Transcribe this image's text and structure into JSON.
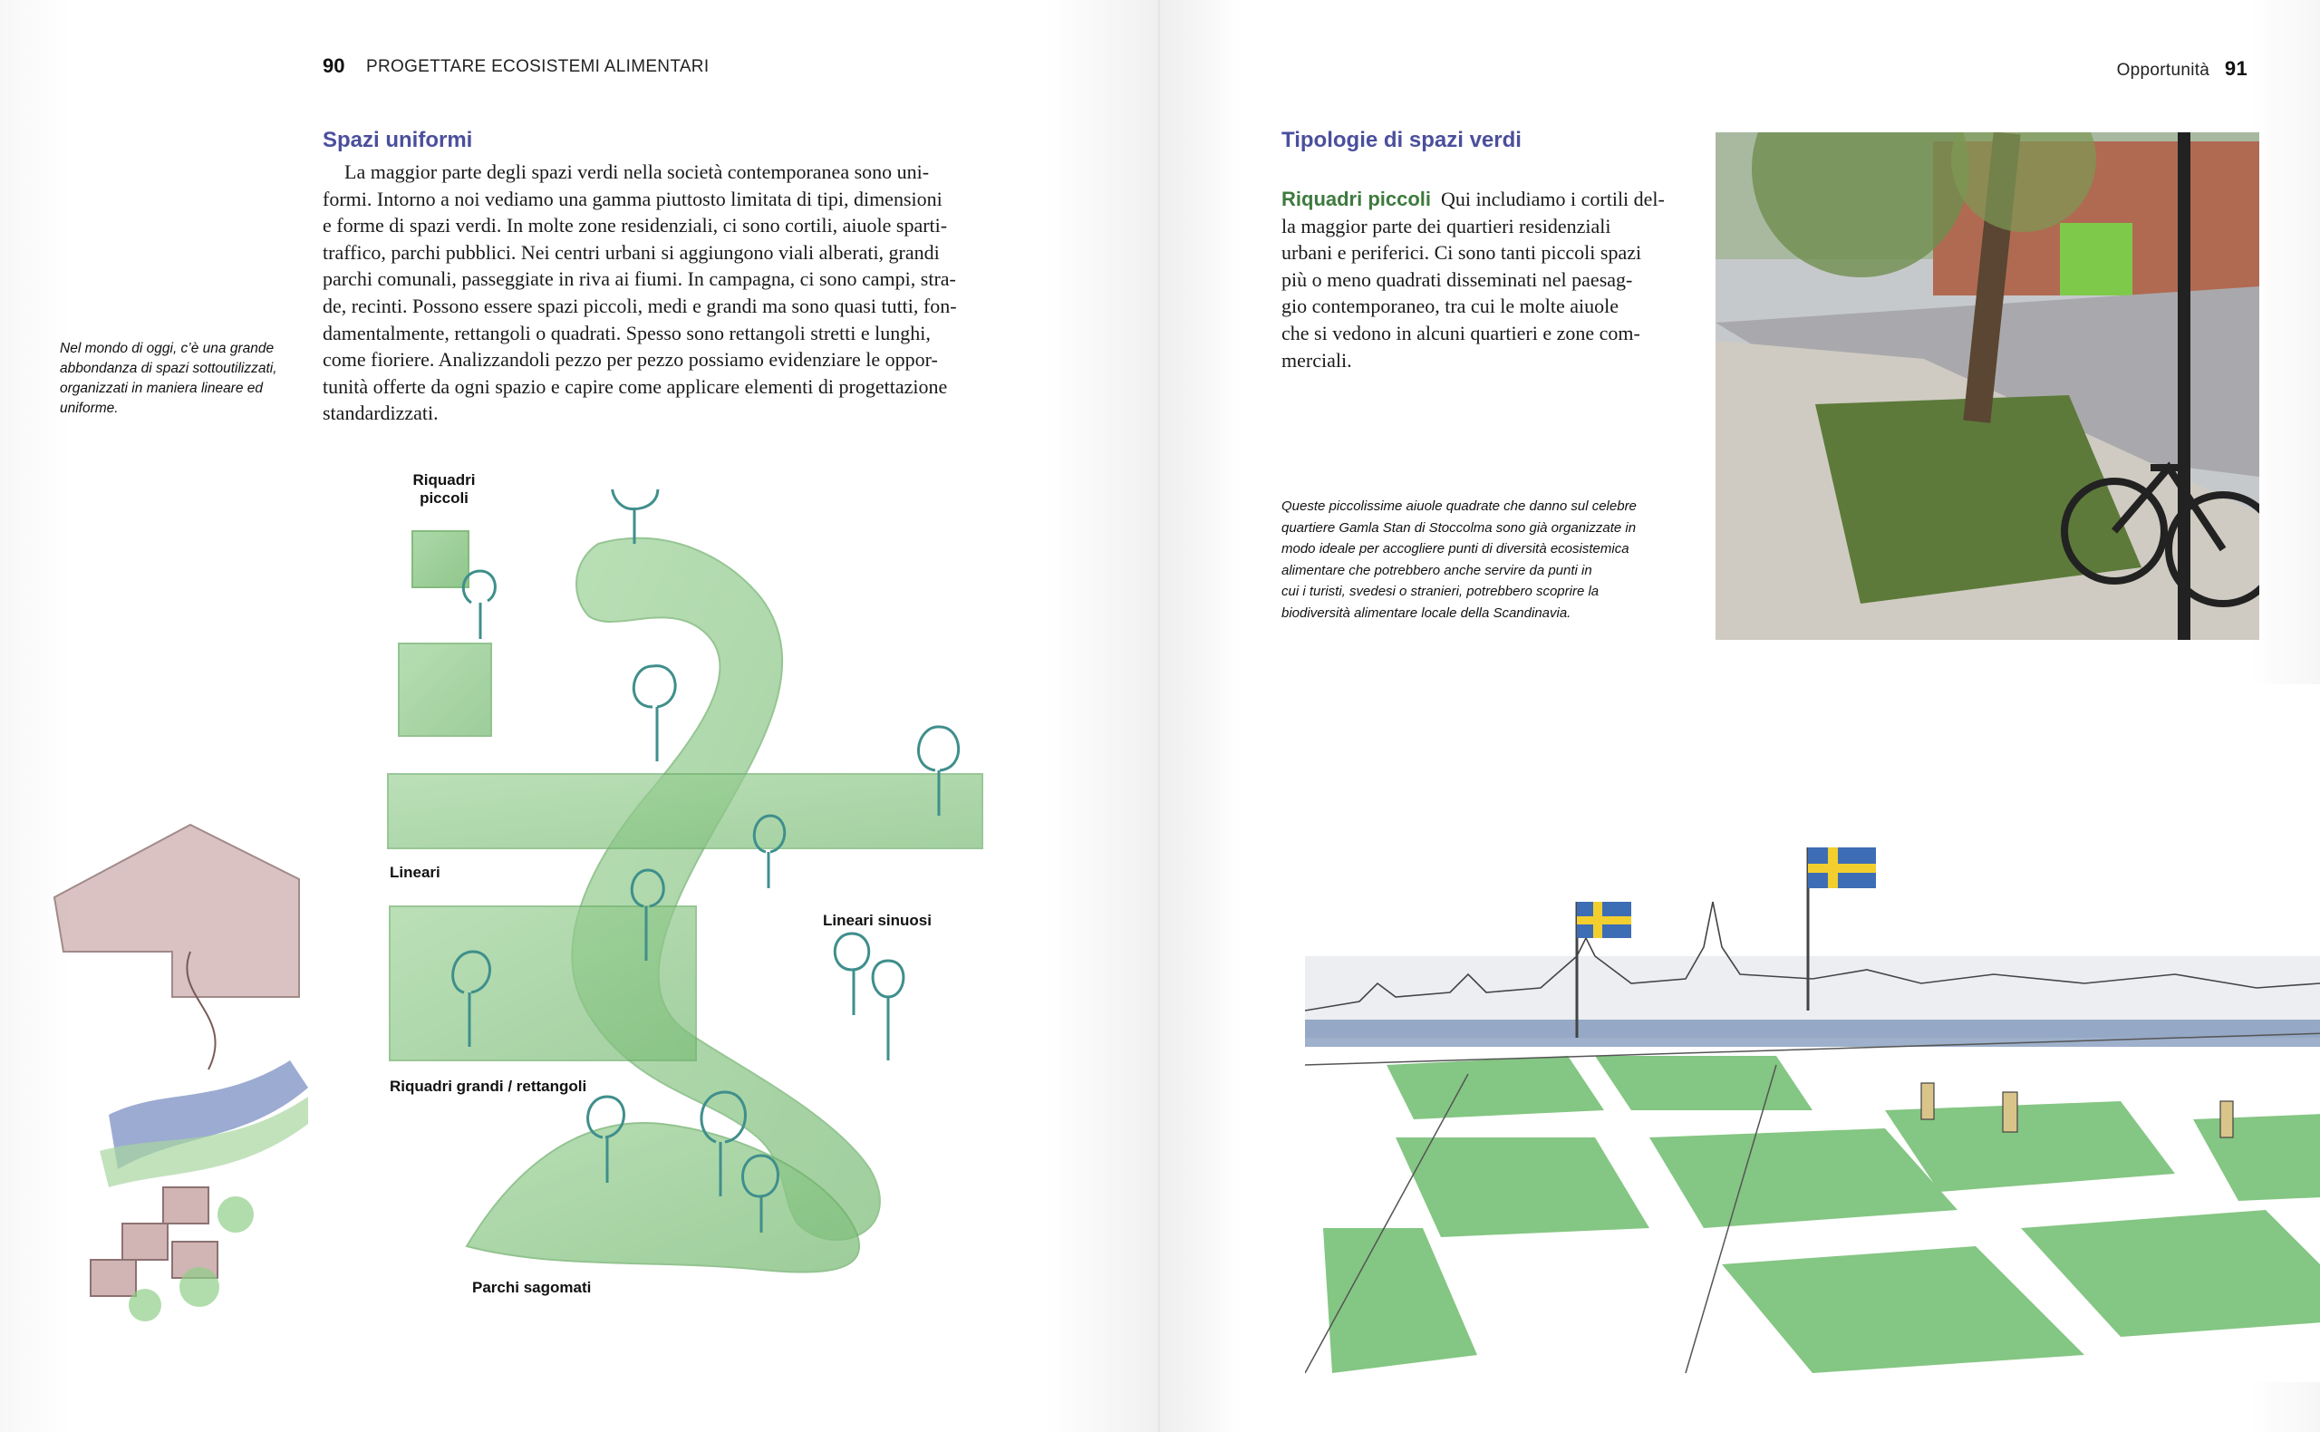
{
  "left_page": {
    "page_number": "90",
    "running_head": "PROGETTARE ECOSISTEMI ALIMENTARI",
    "section_title": "Spazi uniformi",
    "body_lines": [
      "La maggior parte degli spazi verdi nella società contemporanea sono uni-",
      "formi. Intorno a noi vediamo una gamma piuttosto limitata di tipi, dimensioni",
      "e forme di spazi verdi. In molte zone residenziali, ci sono cortili, aiuole sparti-",
      "traffico, parchi pubblici. Nei centri urbani si aggiungono viali alberati, grandi",
      "parchi comunali, passeggiate in riva ai fiumi. In campagna, ci sono campi, stra-",
      "de, recinti. Possono essere spazi piccoli, medi e grandi ma sono quasi tutti, fon-",
      "damentalmente, rettangoli o quadrati. Spesso sono rettangoli stretti e lunghi,",
      "come fioriere. Analizzandoli pezzo per pezzo possiamo evidenziare le oppor-",
      "tunità offerte da ogni spazio e capire come applicare elementi di progettazione",
      "standardizzati."
    ],
    "side_caption_lines": [
      "Nel mondo di oggi, c’è una grande",
      "abbondanza di spazi sottoutilizzati,",
      "organizzati in maniera lineare ed",
      "uniforme."
    ],
    "diagram": {
      "label_small_squares_1": "Riquadri",
      "label_small_squares_2": "piccoli",
      "label_linear": "Lineari",
      "label_sinuous": "Lineari sinuosi",
      "label_large": "Riquadri grandi / rettangoli",
      "label_parks": "Parchi sagomati"
    }
  },
  "right_page": {
    "page_number": "91",
    "running_head": "Opportunità",
    "section_title": "Tipologie di spazi verdi",
    "lead_in": "Riquadri piccoli",
    "paragraph_lines": [
      "Qui includiamo i cortili del-",
      "la maggior parte dei quartieri residenziali",
      "urbani e periferici. Ci sono tanti piccoli spazi",
      "più o meno quadrati disseminati nel paesag-",
      "gio contemporaneo, tra cui le molte aiuole",
      "che si vedono in alcuni quartieri e zone com-",
      "merciali."
    ],
    "caption_lines": [
      "Queste piccolissime aiuole quadrate che danno sul celebre",
      "quartiere Gamla Stan di Stoccolma sono già organizzate in",
      "modo ideale per accogliere punti di diversità ecosistemica",
      "alimentare che potrebbero anche servire da punti in",
      "cui i turisti, svedesi o stranieri, potrebbero scoprire la",
      "biodiversità alimentare locale della Scandinavia."
    ]
  },
  "colors": {
    "title_blue": "#4b4f9c",
    "lead_green": "#3e7a3e",
    "watercolor_green": "#8fc98a"
  }
}
